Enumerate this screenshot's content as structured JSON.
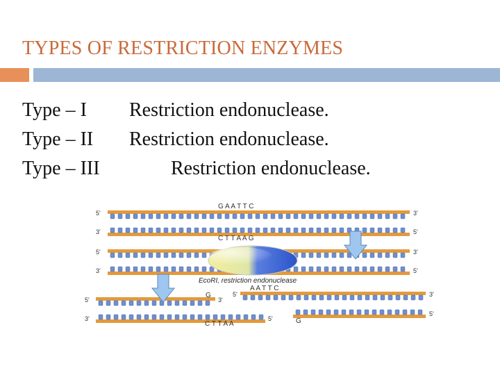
{
  "slide": {
    "title": "TYPES OF RESTRICTION ENZYMES",
    "lines": [
      {
        "type": "Type – I",
        "desc": "Restriction endonuclease."
      },
      {
        "type": "Type – II",
        "desc": "Restriction endonuclease."
      },
      {
        "type": "Type – III",
        "desc": "Restriction endonuclease."
      }
    ]
  },
  "figure": {
    "top_seq": "G A A T T C",
    "bottom_seq": "C T T A A G",
    "enzyme_label": "EcoRI, restriction endonuclease",
    "frag_right_top": "A A T T C",
    "frag_left_bottom": "C T T A A",
    "g_left": "G",
    "g_right": "G",
    "end_5": "5'",
    "end_3": "3'",
    "colors": {
      "strand": "#e39a3c",
      "base": "#6f8fcf",
      "enzyme_blue": "#3a63cf",
      "enzyme_yellow": "#f4ef9c",
      "arrow": "#88b8e8"
    }
  }
}
